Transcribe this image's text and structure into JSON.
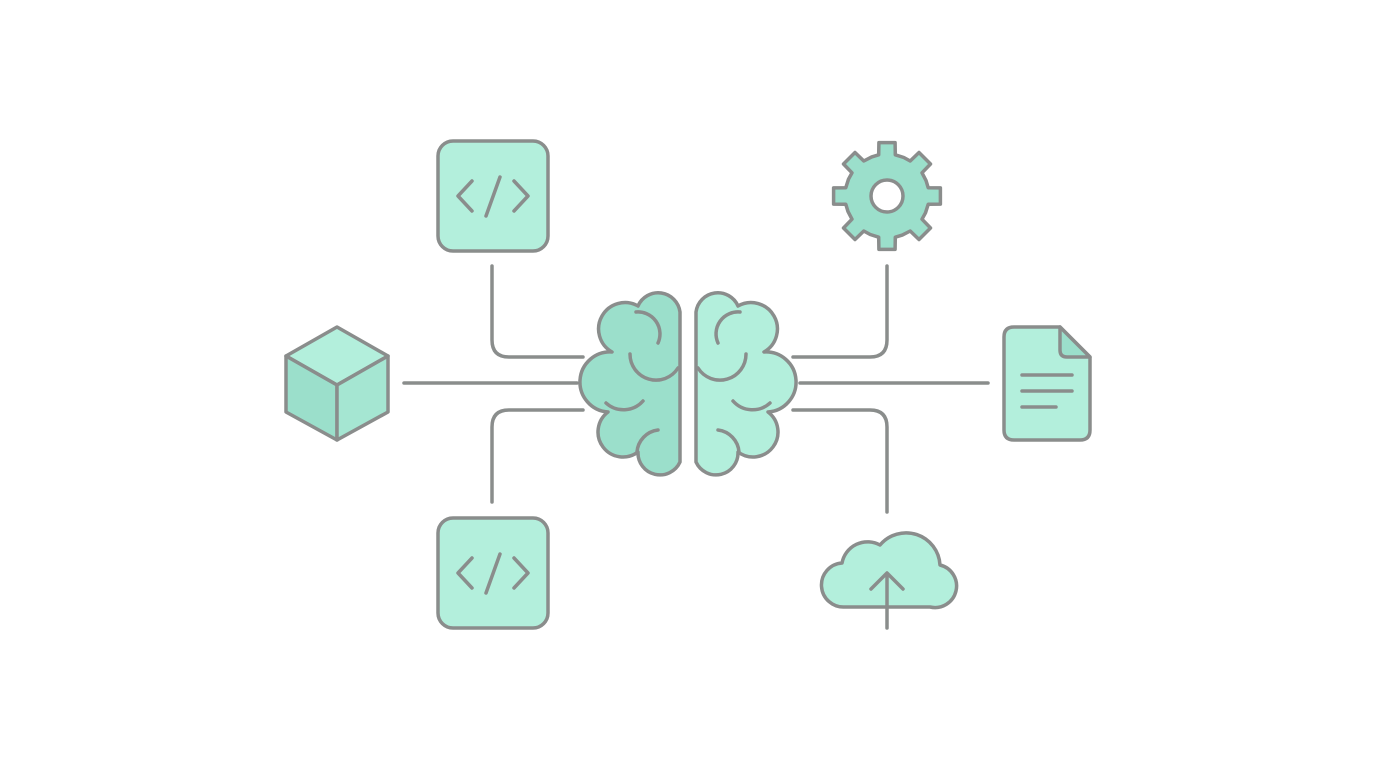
{
  "colors": {
    "stroke": "#8a8d8c",
    "fill_light": "#b3efdc",
    "fill_dark": "#9bdfcb",
    "background": "#ffffff"
  },
  "nodes": [
    {
      "id": "center",
      "icon": "brain-icon"
    },
    {
      "id": "top-left",
      "icon": "code-icon"
    },
    {
      "id": "left",
      "icon": "cube-icon"
    },
    {
      "id": "bottom-left",
      "icon": "code-icon"
    },
    {
      "id": "top-right",
      "icon": "gear-icon"
    },
    {
      "id": "right",
      "icon": "document-icon"
    },
    {
      "id": "bottom-right",
      "icon": "cloud-upload-icon"
    }
  ]
}
